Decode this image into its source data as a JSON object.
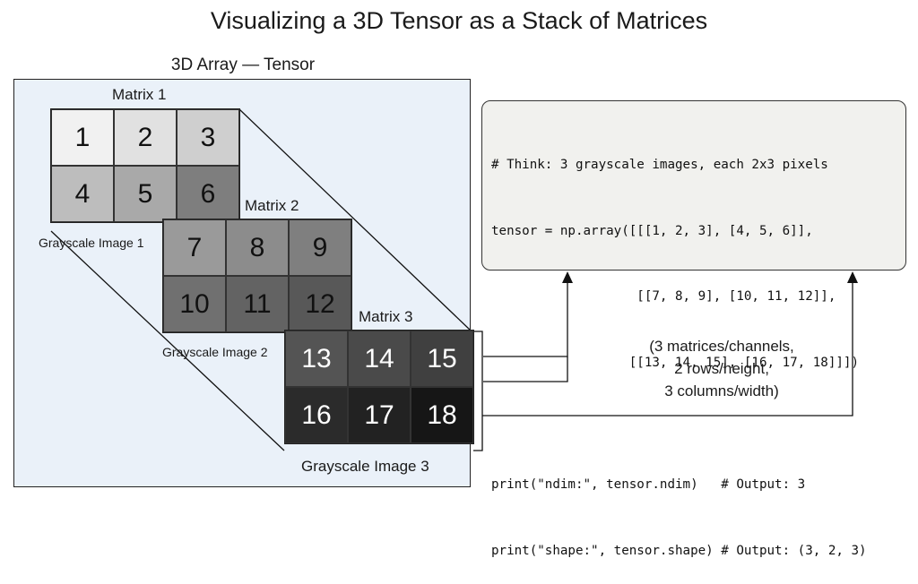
{
  "title": "Visualizing a 3D Tensor as a Stack of Matrices",
  "array_label": "3D Array — Tensor",
  "matrices": [
    {
      "label": "Matrix 1",
      "caption": "Grayscale Image 1",
      "values": [
        1,
        2,
        3,
        4,
        5,
        6
      ],
      "shades": [
        "#f1f1f1",
        "#e1e1e1",
        "#cfcfcf",
        "#bdbdbd",
        "#a9a9a9",
        "#7e7e7e"
      ]
    },
    {
      "label": "Matrix 2",
      "caption": "Grayscale Image 2",
      "values": [
        7,
        8,
        9,
        10,
        11,
        12
      ],
      "shades": [
        "#9a9a9a",
        "#8c8c8c",
        "#7f7f7f",
        "#707070",
        "#636363",
        "#585858"
      ]
    },
    {
      "label": "Matrix 3",
      "caption": "Grayscale Image 3",
      "values": [
        13,
        14,
        15,
        16,
        17,
        18
      ],
      "shades": [
        "#545454",
        "#4a4a4a",
        "#404040",
        "#2b2b2b",
        "#222222",
        "#161616"
      ]
    }
  ],
  "code": {
    "lines": [
      "# Think: 3 grayscale images, each 2x3 pixels",
      "tensor = np.array([[[1, 2, 3], [4, 5, 6]],",
      "                   [[7, 8, 9], [10, 11, 12]],",
      "                  [[13, 14, 15], [16, 17, 18]]])",
      "",
      "print(\"ndim:\", tensor.ndim)   # Output: 3",
      "print(\"shape:\", tensor.shape) # Output: (3, 2, 3)"
    ]
  },
  "note": [
    "(3 matrices/channels,",
    "2 rows/height,",
    "3 columns/width)"
  ]
}
